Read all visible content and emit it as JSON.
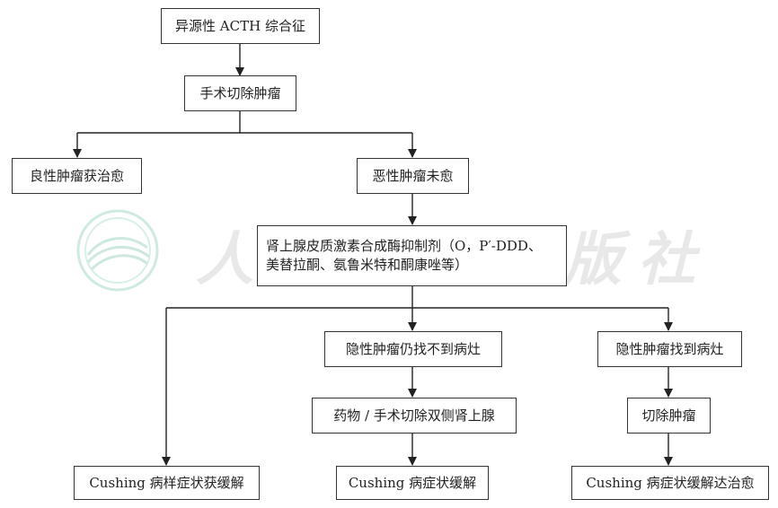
{
  "watermark": {
    "text": "人民卫生出版社"
  },
  "nodes": {
    "root": "异源性 ACTH 综合征",
    "surgery": "手术切除肿瘤",
    "benign": "良性肿瘤获治愈",
    "malignant": "恶性肿瘤未愈",
    "inhibitor_line1": "肾上腺皮质激素合成酶抑制剂（O，P′-DDD、",
    "inhibitor_line2": "美替拉酮、氨鲁米特和酮康唑等）",
    "hidden_not_found": "隐性肿瘤仍找不到病灶",
    "hidden_found": "隐性肿瘤找到病灶",
    "drug_adrenalectomy": "药物 / 手术切除双侧肾上腺",
    "excise_tumor": "切除肿瘤",
    "outcome_left": "Cushing 病样症状获缓解",
    "outcome_mid": "Cushing 病症状缓解",
    "outcome_right": "Cushing 病症状缓解达治愈"
  }
}
